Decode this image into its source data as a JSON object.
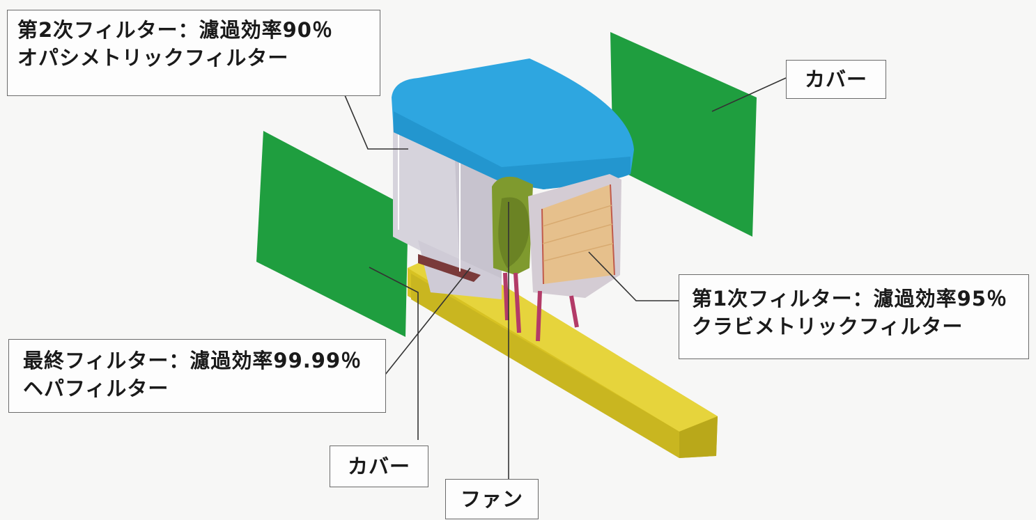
{
  "labels": {
    "secondary_filter": {
      "line1": "第2次フィルター：濾過効率90％",
      "line2": "オパシメトリックフィルター"
    },
    "cover_right": "カバー",
    "primary_filter": {
      "line1": "第1次フィルター：濾過効率95％",
      "line2": "クラビメトリックフィルター"
    },
    "final_filter": {
      "line1": "最終フィルター：濾過効率99.99％",
      "line2": "ヘパフィルター"
    },
    "cover_bottom": "カバー",
    "fan": "ファン"
  },
  "colors": {
    "cover_panel": "#1f9e3f",
    "top_cover": "#2ea6e0",
    "housing": "#d2cfd8",
    "primary_filter": "#e6c08c",
    "fan": "#7f9a2e",
    "rail": "#d7c223",
    "legs": "#b33b68",
    "leader_line": "#333333"
  }
}
